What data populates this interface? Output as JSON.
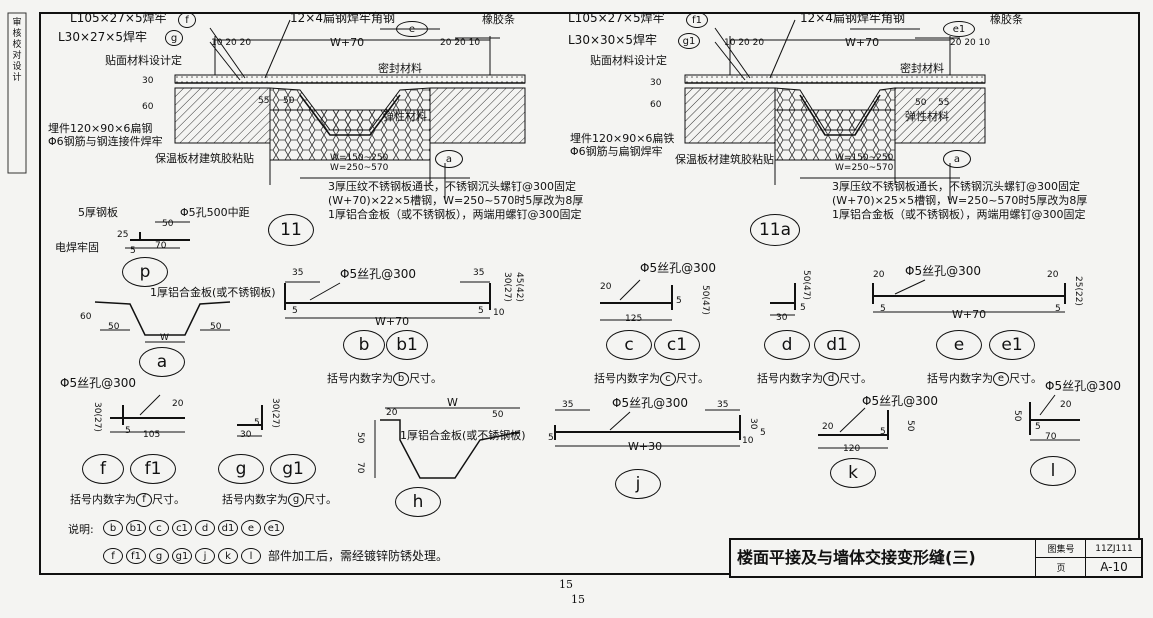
{
  "detail_11": {
    "callout_f": "L105×27×5焊牢",
    "callout_g": "L30×27×5焊牢",
    "ref_f": "f",
    "ref_g": "g",
    "ref_e": "e",
    "ref_a": "a",
    "angle_label": "12×4扁钢焊牢角钢",
    "rubber": "橡胶条",
    "dim_w70": "W+70",
    "dims_left": "10 20 20",
    "dims_right": "20 20 10",
    "finish": "贴面材料设计定",
    "seal": "密封材料",
    "elastic": "弹性材料",
    "embed": "埋件120×90×6扁钢",
    "rebar": "Φ6钢筋与钢连接件焊牢",
    "insul": "保温板材建筑胶粘贴",
    "w_range": "W=150~250",
    "w_range2": "W=250~570",
    "dim_30": "30",
    "dim_60": "60",
    "dim_55": "55",
    "dim_50": "50",
    "note1": "3厚压纹不锈钢板通长，不锈钢沉头螺钉@300固定",
    "note2": "(W+70)×22×5槽钢，W=250~570时5厚改为8厚",
    "note3": "1厚铝合金板（或不锈钢板），两端用螺钉@300固定",
    "label": "11"
  },
  "detail_11a": {
    "callout_f": "L105×27×5焊牢",
    "callout_g": "L30×30×5焊牢",
    "ref_f": "f1",
    "ref_g": "g1",
    "ref_e": "e1",
    "ref_a": "a",
    "angle_label": "12×4扁钢焊牢角钢",
    "rubber": "橡胶条",
    "dim_w70": "W+70",
    "dims_left": "10 20 20",
    "dims_right": "20 20 10",
    "finish": "贴面材料设计定",
    "seal": "密封材料",
    "elastic": "弹性材料",
    "embed": "埋件120×90×6扁铁",
    "rebar": "Φ6钢筋与扁钢焊牢",
    "insul": "保温板材建筑胶粘贴",
    "w_range": "W=150~250",
    "w_range2": "W=250~570",
    "dim_30": "30",
    "dim_60": "60",
    "dim_55": "55",
    "dim_50": "50",
    "note1": "3厚压纹不锈钢板通长，不锈钢沉头螺钉@300固定",
    "note2": "(W+70)×25×5槽钢，W=250~570时5厚改为8厚",
    "note3": "1厚铝合金板（或不锈钢板），两端用螺钉@300固定",
    "label": "11a"
  },
  "part_p": {
    "plate": "5厚钢板",
    "hole": "Φ5孔500中距",
    "weld": "电焊牢固",
    "d50": "50",
    "d25": "25",
    "d5": "5",
    "d70": "70",
    "label": "p"
  },
  "part_a": {
    "note": "1厚铝合金板(或不锈钢板)",
    "d60": "60",
    "d50a": "50",
    "d50b": "50",
    "dw": "W",
    "label": "a"
  },
  "part_b": {
    "hole": "Φ5丝孔@300",
    "d35a": "35",
    "d35b": "35",
    "d5a": "5",
    "d5b": "5",
    "dw": "W+70",
    "d10": "10",
    "d30": "30(27)",
    "d45": "45(42)",
    "label1": "b",
    "label2": "b1",
    "cap_pre": "括号内数字为",
    "cap_ref": "b",
    "cap_post": "尺寸。"
  },
  "part_c": {
    "hole": "Φ5丝孔@300",
    "d20": "20",
    "d125": "125",
    "d5": "5",
    "d50": "50(47)",
    "label1": "c",
    "label2": "c1",
    "cap_pre": "括号内数字为",
    "cap_ref": "c",
    "cap_post": "尺寸。"
  },
  "part_d": {
    "d50": "50(47)",
    "d30": "30",
    "d5": "5",
    "label1": "d",
    "label2": "d1",
    "cap_pre": "括号内数字为",
    "cap_ref": "d",
    "cap_post": "尺寸。"
  },
  "part_e": {
    "hole": "Φ5丝孔@300",
    "d20a": "20",
    "d20b": "20",
    "d5a": "5",
    "d5b": "5",
    "dw": "W+70",
    "d25": "25(22)",
    "label1": "e",
    "label2": "e1",
    "cap_pre": "括号内数字为",
    "cap_ref": "e",
    "cap_post": "尺寸。"
  },
  "part_f": {
    "hole": "Φ5丝孔@300",
    "d20": "20",
    "d30": "30(27)",
    "d105": "105",
    "d5": "5",
    "label1": "f",
    "label2": "f1",
    "cap_pre": "括号内数字为",
    "cap_ref": "f",
    "cap_post": "尺寸。"
  },
  "part_g": {
    "d30": "30(27)",
    "d30b": "30",
    "d5": "5",
    "label1": "g",
    "label2": "g1",
    "cap_pre": "括号内数字为",
    "cap_ref": "g",
    "cap_post": "尺寸。"
  },
  "part_h": {
    "note": "1厚铝合金板(或不锈钢板)",
    "dw": "W",
    "d50": "50",
    "d20": "20",
    "d70": "70",
    "d50v": "50",
    "label": "h"
  },
  "part_j": {
    "hole": "Φ5丝孔@300",
    "d35a": "35",
    "d35b": "35",
    "dw": "W+30",
    "d5a": "5",
    "d5b": "5",
    "d10": "10",
    "d30": "30",
    "label": "j"
  },
  "part_k": {
    "hole": "Φ5丝孔@300",
    "d20": "20",
    "d50": "50",
    "d120": "120",
    "d5": "5",
    "label": "k"
  },
  "part_l": {
    "hole": "Φ5丝孔@300",
    "d20": "20",
    "d70": "70",
    "d50": "50",
    "d5": "5",
    "label": "l"
  },
  "notes": {
    "prefix": "说明:",
    "row1": [
      "b",
      "b1",
      "c",
      "c1",
      "d",
      "d1",
      "e",
      "e1"
    ],
    "row2": [
      "f",
      "f1",
      "g",
      "g1",
      "j",
      "k",
      "l"
    ],
    "row2_text": "部件加工后，需经镀锌防锈处理。"
  },
  "title_block": {
    "title": "楼面平接及与墙体交接变形缝(三)",
    "atlas_label": "图集号",
    "atlas_no": "11ZJ111",
    "page_label": "页",
    "page_no": "A-10"
  },
  "page_number": "15",
  "page_number_bottom": "15",
  "side_stamp": "审核 校对 设计"
}
